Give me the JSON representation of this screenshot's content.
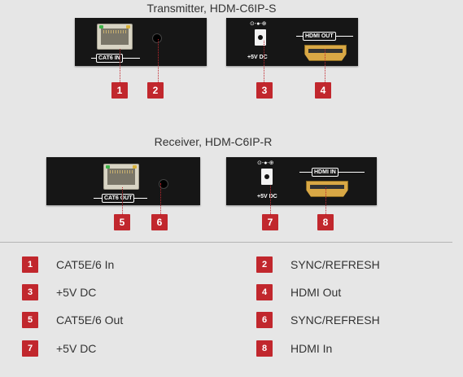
{
  "transmitter": {
    "title": "Transmitter, HDM-C6IP-S",
    "cat_label": "CAT6 IN",
    "dc_polarity": "⊙-●-⊕",
    "dc_label": "+5V DC",
    "hdmi_label": "HDMI OUT"
  },
  "receiver": {
    "title": "Receiver, HDM-C6IP-R",
    "cat_label": "CAT6 OUT",
    "dc_polarity": "⊙-●-⊕",
    "dc_label": "+5V DC",
    "hdmi_label": "HDMI IN"
  },
  "badges": [
    "1",
    "2",
    "3",
    "4",
    "5",
    "6",
    "7",
    "8"
  ],
  "legend": [
    {
      "num": "1",
      "text": "CAT5E/6 In"
    },
    {
      "num": "2",
      "text": "SYNC/REFRESH"
    },
    {
      "num": "3",
      "text": "+5V DC"
    },
    {
      "num": "4",
      "text": "HDMI Out"
    },
    {
      "num": "5",
      "text": "CAT5E/6 Out"
    },
    {
      "num": "6",
      "text": "SYNC/REFRESH"
    },
    {
      "num": "7",
      "text": "+5V DC"
    },
    {
      "num": "8",
      "text": "HDMI In"
    }
  ],
  "colors": {
    "badge": "#c1272d",
    "device": "#161616",
    "background": "#e6e6e6"
  }
}
